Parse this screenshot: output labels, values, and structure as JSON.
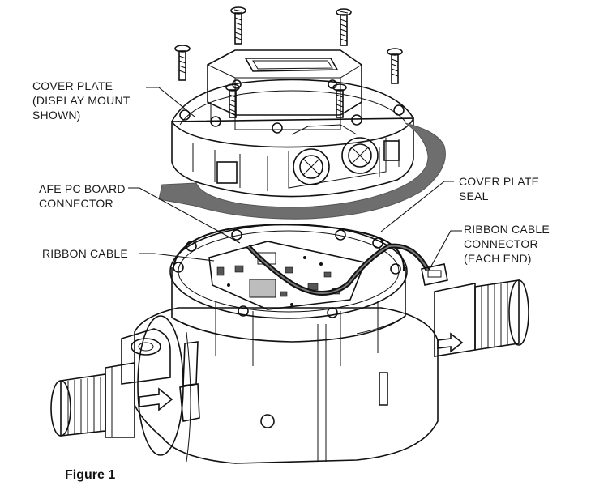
{
  "labels": {
    "cover_plate": [
      "COVER PLATE",
      "(DISPLAY MOUNT",
      "SHOWN)"
    ],
    "afe_pc_board": [
      "AFE PC BOARD",
      "CONNECTOR"
    ],
    "ribbon_cable": [
      "RIBBON CABLE"
    ],
    "cover_plate_seal": [
      "COVER PLATE",
      "SEAL"
    ],
    "ribbon_cable_connector": [
      "RIBBON CABLE",
      "CONNECTOR",
      "(EACH END)"
    ]
  },
  "caption": "Figure 1",
  "colors": {
    "line": "#111111",
    "arrow_gray": "#6e6e6e",
    "shade": "#d9d9d9"
  }
}
